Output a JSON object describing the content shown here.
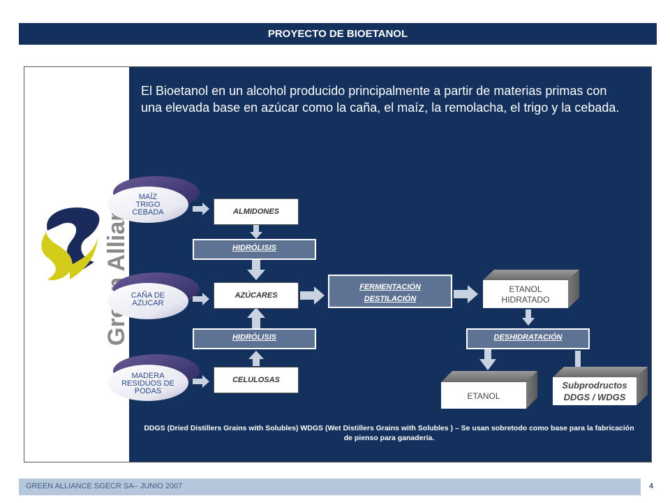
{
  "title": "PROYECTO DE BIOETANOL",
  "intro": "El Bioetanol en un alcohol producido principalmente a partir de materias primas con una elevada base en azúcar como la caña, el maíz,  la remolacha, el trigo y la cebada.",
  "logo_text": "Green Alliance",
  "sources": {
    "grains": [
      "MAÍZ",
      "TRIGO",
      "CEBADA"
    ],
    "cane": [
      "CAÑA DE",
      "AZUCAR"
    ],
    "wood": [
      "MADERA",
      "RESIDUOS DE",
      "PODAS"
    ]
  },
  "boxes": {
    "almidones": "ALMIDONES",
    "azucares": "AZÚCARES",
    "celulosas": "CELULOSAS"
  },
  "steps": {
    "hidrolisis_top": "HIDRÓLISIS",
    "hidrolisis_bottom": "HIDRÓLISIS",
    "fermentacion": "FERMENTACIÓN",
    "destilacion": "DESTILACIÓN",
    "deshidratacion": "DESHIDRATACIÓN"
  },
  "products": {
    "etanol_hidratado_1": "ETANOL",
    "etanol_hidratado_2": "HIDRATADO",
    "etanol": "ETANOL",
    "subproductos_1": "Subprodructos",
    "subproductos_2": "DDGS / WDGS"
  },
  "footnote": "DDGS (Dried Distillers Grains with Solubles) WDGS (Wet Distillers Grains with Solubles ) – Se usan sobretodo como base para la fabricación de pienso para ganadería.",
  "footer": "GREEN ALLIANCE SGECR SA– JUNIO 2007",
  "page_number": "4",
  "colors": {
    "navy": "#13315c",
    "step": "#5e7393",
    "footer": "#b7c7db",
    "logo_yellow": "#d4cc1a",
    "logo_navy": "#1a2a5a"
  }
}
